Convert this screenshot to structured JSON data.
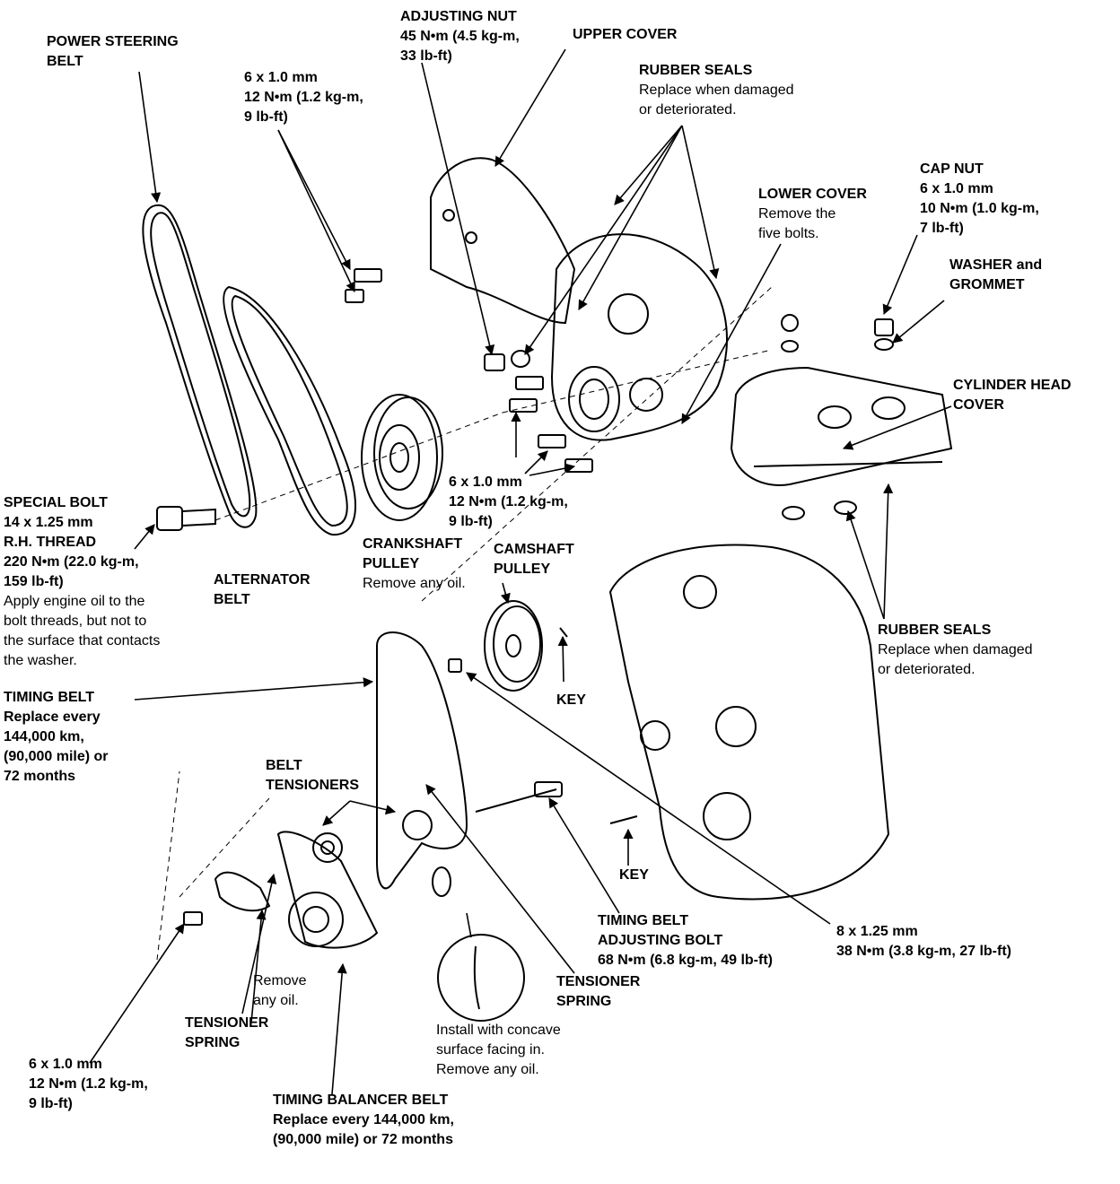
{
  "labels": {
    "power_steering_belt": {
      "lines": [
        "POWER STEERING",
        "BELT"
      ]
    },
    "adjusting_nut": {
      "lines": [
        "ADJUSTING NUT",
        "45 N•m (4.5 kg-m,",
        "33 lb-ft)"
      ]
    },
    "upper_cover": {
      "lines": [
        "UPPER COVER"
      ]
    },
    "bolt_top": {
      "lines": [
        "6 x 1.0 mm",
        "12 N•m (1.2 kg-m,",
        "9 lb-ft)"
      ]
    },
    "rubber_seals_top": {
      "title": "RUBBER SEALS",
      "lines": [
        "Replace when damaged",
        "or deteriorated."
      ]
    },
    "cap_nut": {
      "lines": [
        "CAP NUT",
        "6 x 1.0 mm",
        "10 N•m (1.0 kg-m,",
        "7 lb-ft)"
      ]
    },
    "lower_cover": {
      "title": "LOWER COVER",
      "lines": [
        "Remove the",
        "five bolts."
      ]
    },
    "washer_grommet": {
      "lines": [
        "WASHER and",
        "GROMMET"
      ]
    },
    "cylinder_head_cover": {
      "lines": [
        "CYLINDER HEAD",
        "COVER"
      ]
    },
    "special_bolt": {
      "lines": [
        "SPECIAL BOLT",
        "14 x 1.25 mm",
        "R.H. THREAD",
        "220 N•m (22.0 kg-m,",
        "159 lb-ft)"
      ],
      "notes": [
        "Apply engine oil to the",
        "bolt threads, but not to",
        "the surface that contacts",
        "the washer."
      ]
    },
    "bolt_mid": {
      "lines": [
        "6 x 1.0 mm",
        "12 N•m (1.2 kg-m,",
        "9 lb-ft)"
      ]
    },
    "alternator_belt": {
      "lines": [
        "ALTERNATOR",
        "BELT"
      ]
    },
    "crankshaft_pulley": {
      "title": "CRANKSHAFT",
      "title2": "PULLEY",
      "lines": [
        "Remove any oil."
      ]
    },
    "camshaft_pulley": {
      "lines": [
        "CAMSHAFT",
        "PULLEY"
      ]
    },
    "rubber_seals_mid": {
      "title": "RUBBER SEALS",
      "lines": [
        "Replace when damaged",
        "or deteriorated."
      ]
    },
    "key_upper": {
      "lines": [
        "KEY"
      ]
    },
    "timing_belt": {
      "title": "TIMING BELT",
      "lines": [
        "Replace every",
        "144,000 km,",
        "(90,000 mile) or",
        "72 months"
      ]
    },
    "belt_tensioners": {
      "lines": [
        "BELT",
        "TENSIONERS"
      ]
    },
    "key_lower": {
      "lines": [
        "KEY"
      ]
    },
    "timing_belt_adjusting_bolt": {
      "lines": [
        "TIMING BELT",
        "ADJUSTING BOLT",
        "68 N•m (6.8 kg-m, 49 lb-ft)"
      ]
    },
    "bolt_8x125": {
      "lines": [
        "8 x 1.25 mm",
        "38 N•m (3.8 kg-m, 27 lb-ft)"
      ]
    },
    "remove_any_oil": {
      "lines": [
        "Remove",
        "any oil."
      ]
    },
    "tensioner_spring_right": {
      "lines": [
        "TENSIONER",
        "SPRING"
      ]
    },
    "tensioner_spring_left": {
      "lines": [
        "TENSIONER",
        "SPRING"
      ]
    },
    "install_note": {
      "lines": [
        "Install with concave",
        "surface facing in.",
        "Remove any oil."
      ]
    },
    "bolt_bottom": {
      "lines": [
        "6 x 1.0 mm",
        "12 N•m (1.2 kg-m,",
        "9 lb-ft)"
      ]
    },
    "timing_balancer_belt": {
      "lines": [
        "TIMING BALANCER BELT",
        "Replace every 144,000 km,",
        "(90,000 mile) or 72 months"
      ]
    }
  }
}
